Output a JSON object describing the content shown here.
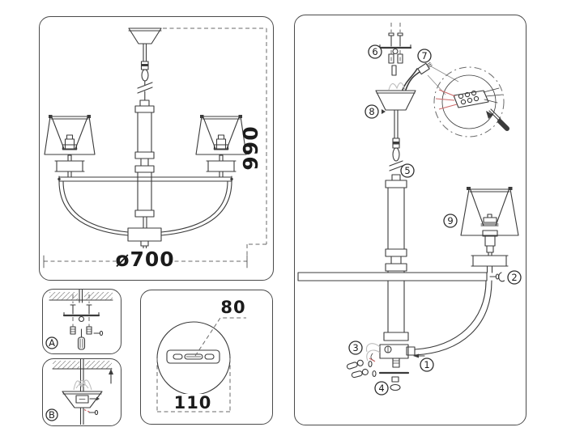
{
  "colors": {
    "line": "#3b3b3b",
    "ghost": "#bcbcbc",
    "accent_red": "#cc5555",
    "panel_border": "#4a4a4a",
    "background": "#ffffff"
  },
  "overview_panel": {
    "diameter_label": "ø700",
    "height_label": "990"
  },
  "plate_panel": {
    "slot_spacing_label": "80",
    "plate_width_label": "110"
  },
  "detail_panels": {
    "a_label": "A",
    "b_label": "B"
  },
  "assembly_panel": {
    "step_labels": {
      "1": "1",
      "2": "2",
      "3": "3",
      "4": "4",
      "5": "5",
      "6": "6",
      "7": "7",
      "8": "8",
      "9": "9"
    }
  }
}
